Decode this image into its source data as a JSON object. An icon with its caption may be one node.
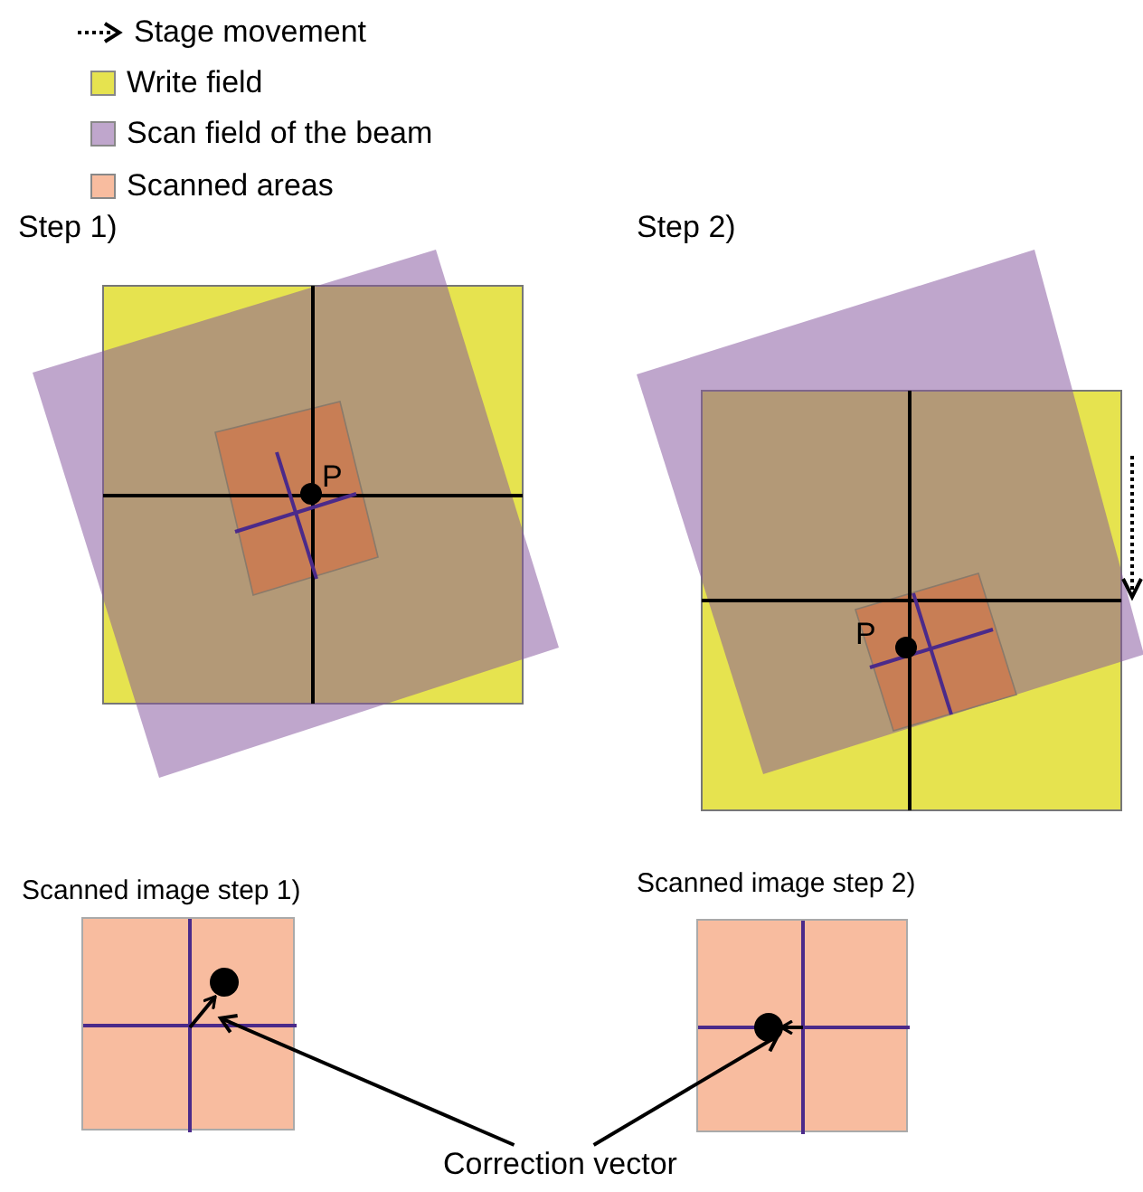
{
  "diagram": {
    "nodes": [
      {
        "text": [
          "Scanned image step 1)"
        ]
      },
      {
        "text": [],
        "shape": "arrow",
        "in": 0
      },
      {
        "text": [
          "Scanned image step 2)"
        ]
      },
      {
        "text": [],
        "shape": "arrow",
        "in": 2
      },
      {
        "text": [
          "Correction vector"
        ]
      }
    ],
    "edges": [
      {
        "from": 4,
        "to": 1,
        "arrow": "to"
      },
      {
        "from": 4,
        "to": 3,
        "arrow": "to"
      }
    ],
    "labels": [
      "Step 1)",
      "P",
      "Step 2)",
      "P"
    ],
    "legend": [
      {
        "text": "Stage movement"
      },
      {
        "text": "Write field",
        "color": "#e6e34f"
      },
      {
        "text": "Scan field of the beam",
        "color": "#bfa6cc"
      },
      {
        "text": "Scanned areas",
        "color": "#f8bc9f"
      }
    ]
  }
}
